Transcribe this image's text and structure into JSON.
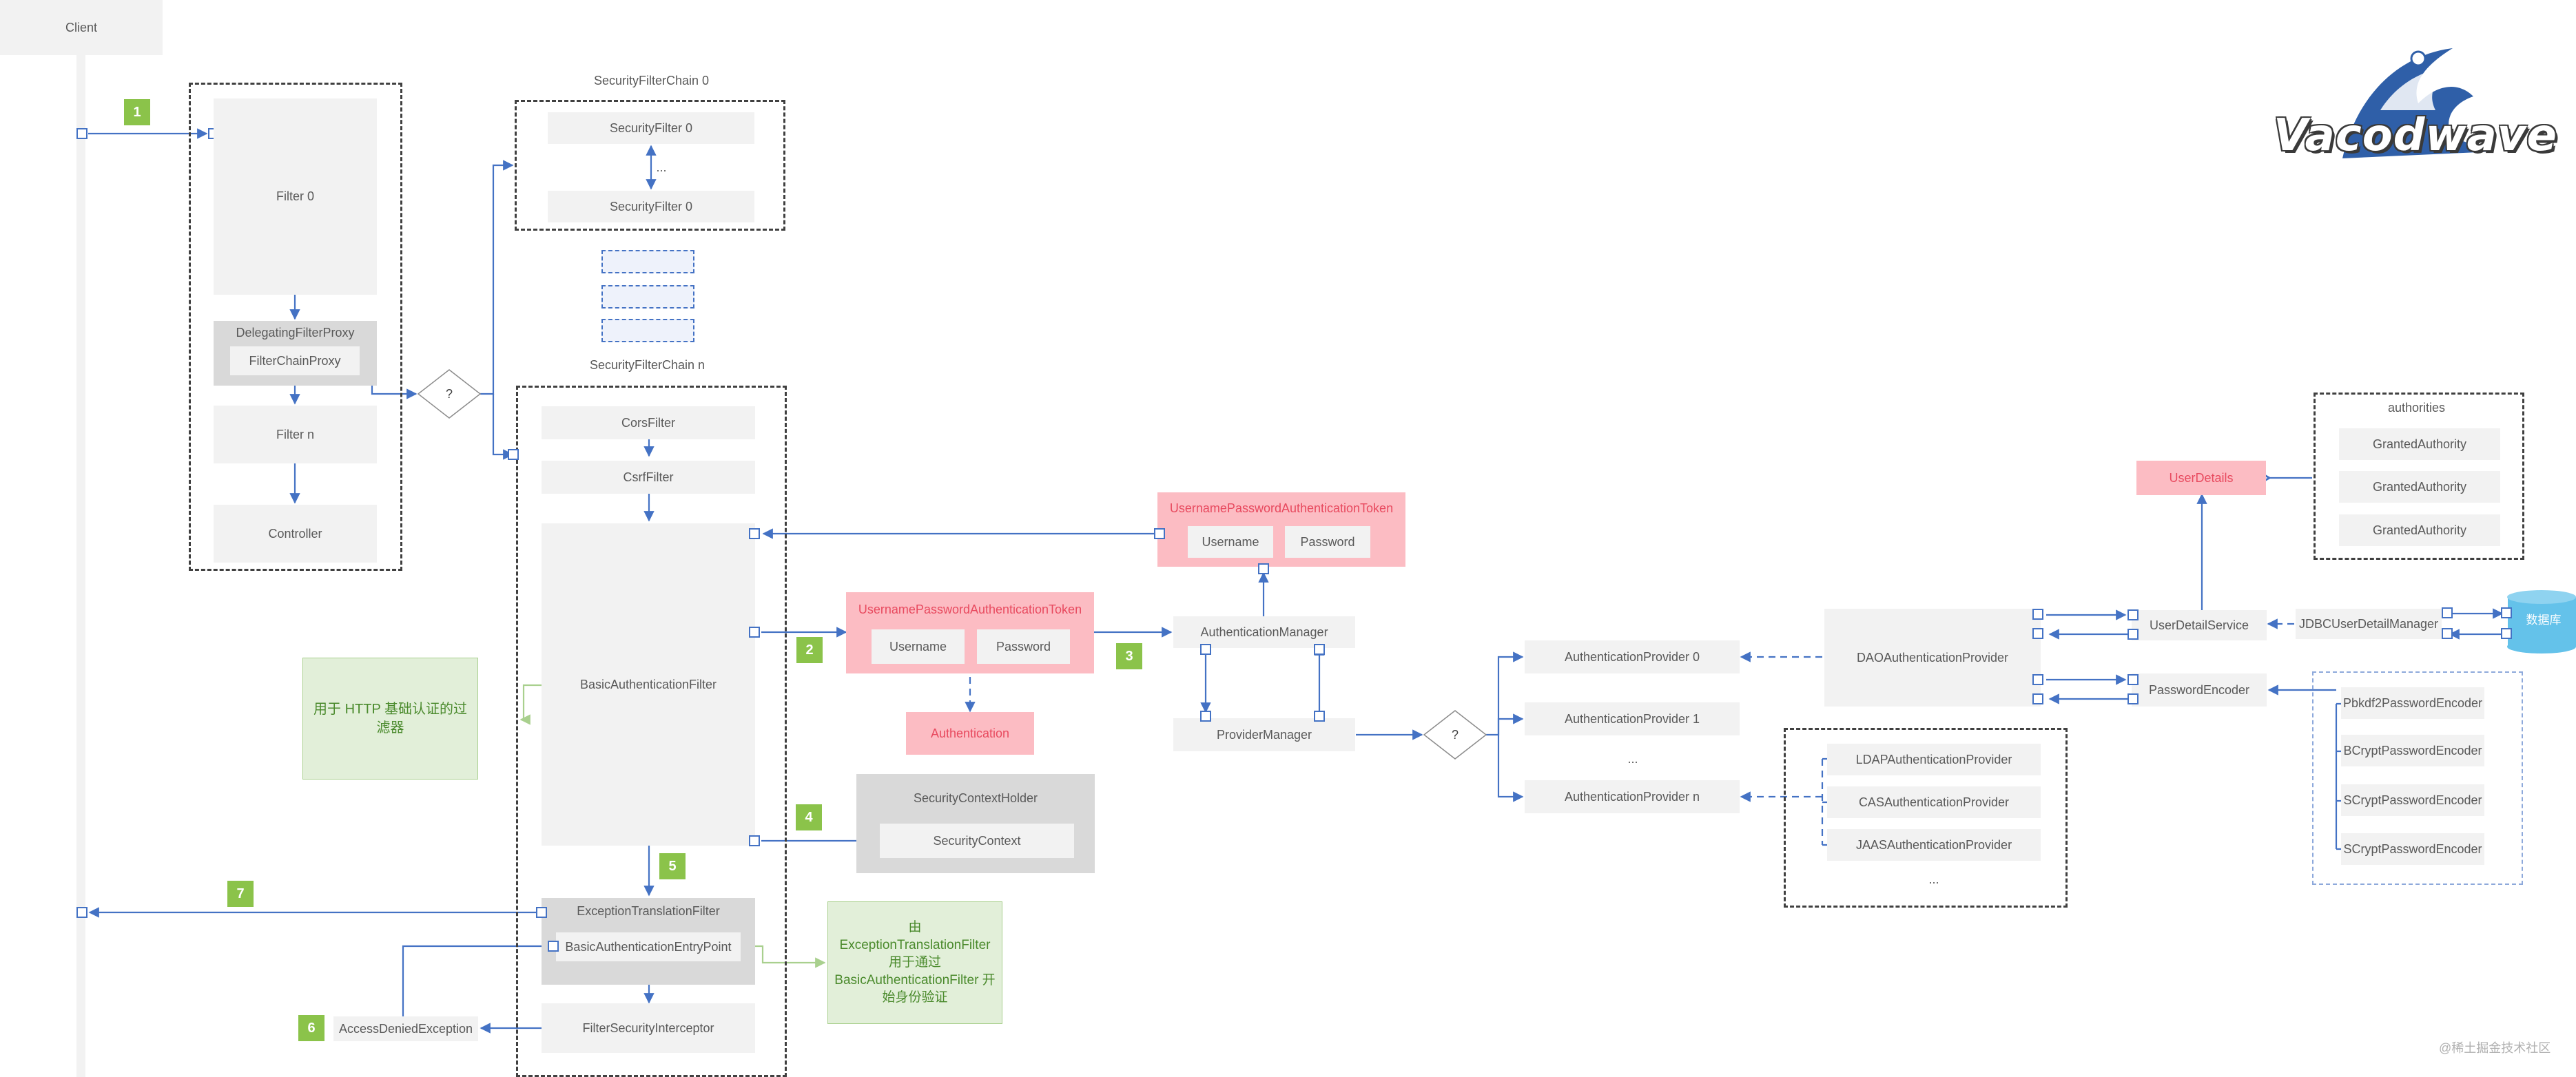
{
  "client": {
    "label": "Client"
  },
  "filters": {
    "filter0": "Filter 0",
    "delegating": "DelegatingFilterProxy",
    "chain_proxy": "FilterChainProxy",
    "filter_n": "Filter n",
    "controller": "Controller",
    "decision": "?"
  },
  "chain0": {
    "title": "SecurityFilterChain 0",
    "filter_top": "SecurityFilter 0",
    "ellipsis": "...",
    "filter_bottom": "SecurityFilter 0"
  },
  "chain_n": {
    "title": "SecurityFilterChain n",
    "cors": "CorsFilter",
    "csrf": "CsrfFilter",
    "basic": "BasicAuthenticationFilter",
    "exception": "ExceptionTranslationFilter",
    "entry_point": "BasicAuthenticationEntryPoint",
    "interceptor": "FilterSecurityInterceptor"
  },
  "access_denied": "AccessDeniedException",
  "notes": {
    "basic_note": "用于 HTTP 基础认证的过滤器",
    "entry_note": "由 ExceptionTranslationFilter 用于通过 BasicAuthenticationFilter 开始身份验证"
  },
  "token_left": {
    "title": "UsernamePasswordAuthenticationToken",
    "username": "Username",
    "password": "Password"
  },
  "token_top": {
    "title": "UsernamePasswordAuthenticationToken",
    "username": "Username",
    "password": "Password"
  },
  "authentication": "Authentication",
  "context_holder": {
    "title": "SecurityContextHolder",
    "context": "SecurityContext"
  },
  "auth_manager": "AuthenticationManager",
  "provider_manager": "ProviderManager",
  "provider_decision": "?",
  "providers": {
    "p0": "AuthenticationProvider  0",
    "p1": "AuthenticationProvider  1",
    "ellipsis": "...",
    "pn": "AuthenticationProvider  n"
  },
  "dao_provider": "DAOAuthenticationProvider",
  "other_providers": {
    "ldap": "LDAPAuthenticationProvider",
    "cas": "CASAuthenticationProvider",
    "jaas": "JAASAuthenticationProvider",
    "ellipsis": "..."
  },
  "user_detail_service": "UserDetailService",
  "jdbc_manager": "JDBCUserDetailManager",
  "database": "数据库",
  "user_details": "UserDetails",
  "authorities": {
    "title": "authorities",
    "items": [
      "GrantedAuthority",
      "GrantedAuthority",
      "GrantedAuthority"
    ]
  },
  "password_encoder": "PasswordEncoder",
  "encoders": [
    "Pbkdf2PasswordEncoder",
    "BCryptPasswordEncoder",
    "SCryptPasswordEncoder",
    "SCryptPasswordEncoder"
  ],
  "steps": [
    "1",
    "2",
    "3",
    "4",
    "5",
    "6",
    "7"
  ],
  "logo": "Vacodwave",
  "watermark": "@稀土掘金技术社区",
  "colors": {
    "wire": "#4472c4",
    "note_wire": "#a9d08e",
    "step": "#8bc34a",
    "token": "#fcbcc3",
    "token_text": "#e84a5f"
  }
}
